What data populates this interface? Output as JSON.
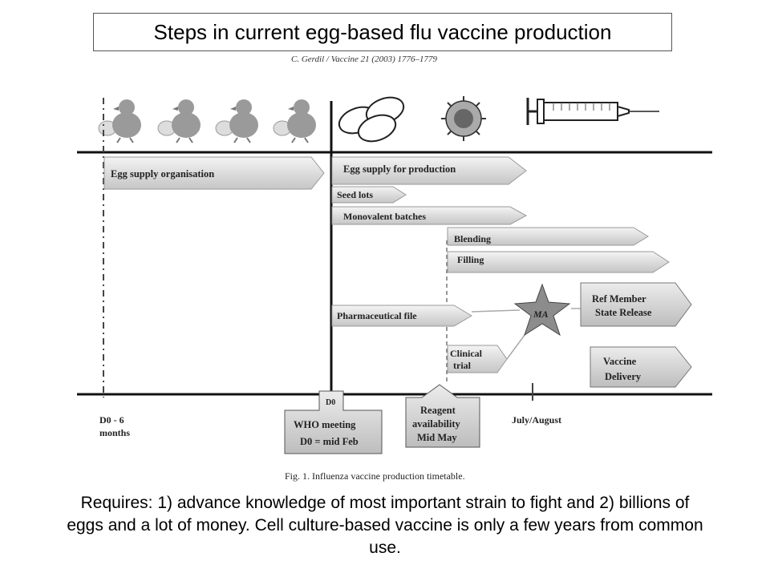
{
  "title": "Steps in current egg-based flu vaccine production",
  "citation": "C. Gerdil / Vaccine 21 (2003) 1776–1779",
  "icons": [
    "chick-icon",
    "chick-icon",
    "chick-icon",
    "chick-icon",
    "eggs-icon",
    "virus-icon",
    "syringe-icon"
  ],
  "bars": [
    "Egg supply organisation",
    "Egg supply for production",
    "Seed lots",
    "Monovalent batches",
    "Blending",
    "Filling",
    "Pharmaceutical file",
    "Clinical",
    "trial"
  ],
  "star_label": "MA",
  "boxes": {
    "ref_member_line1": "Ref Member",
    "ref_member_line2": "State Release",
    "vaccine_line1": "Vaccine",
    "vaccine_line2": "Delivery"
  },
  "timeline": {
    "start_line1": "D0 - 6",
    "start_line2": "months",
    "d0_label": "D0",
    "who_line1": "WHO meeting",
    "who_line2": "D0 = mid Feb",
    "reagent_line1": "Reagent",
    "reagent_line2": "availability",
    "reagent_line3": "Mid May",
    "july_label": "July/August"
  },
  "fig_caption": "Fig. 1. Influenza vaccine production timetable.",
  "footer": "Requires: 1) advance knowledge of most important strain to fight and 2) billions of eggs and a lot of money. Cell culture-based vaccine is only a few years from common use."
}
